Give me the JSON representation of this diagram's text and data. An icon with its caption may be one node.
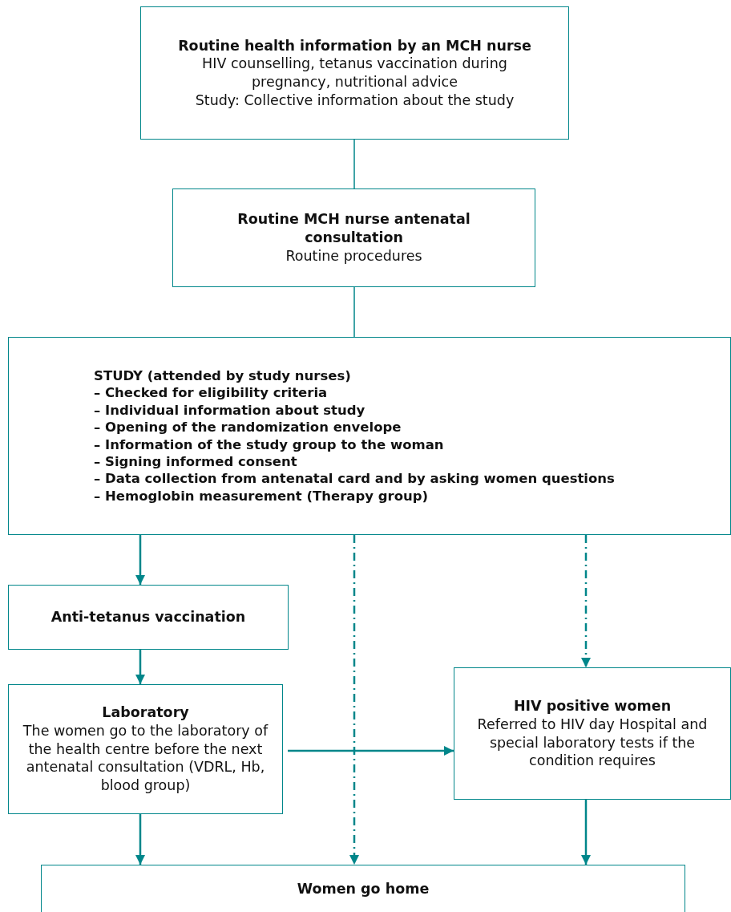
{
  "diagram": {
    "nodes": [
      {
        "text": [
          "Routine health information by an MCH nurse",
          "HIV counselling, tetanus vaccination during pregnancy, nutritional advice",
          "Study: Collective information about the study"
        ]
      },
      {
        "text": [
          "Routine MCH nurse antenatal consultation",
          "Routine procedures"
        ]
      },
      {
        "text": [
          "STUDY (attended by study nurses)",
          "– Checked for eligibility criteria",
          "– Individual information about study",
          "– Opening of the randomization envelope",
          "– Information of the study group to the woman",
          "– Signing informed consent",
          "– Data collection from antenatal card and by asking women questions",
          "– Hemoglobin measurement (Therapy group)"
        ]
      },
      {
        "text": [
          "Anti-tetanus vaccination"
        ]
      },
      {
        "text": [
          "Laboratory",
          "The women go to the laboratory of the health centre before the next antenatal consultation (VDRL, Hb, blood group)"
        ]
      },
      {
        "text": [
          "HIV positive women",
          "Referred to HIV day Hospital and special laboratory tests if the condition requires"
        ]
      },
      {
        "text": [
          "Women go home"
        ]
      }
    ],
    "edges": [
      {
        "from": 0,
        "to": 1,
        "arrow": "none"
      },
      {
        "from": 1,
        "to": 2,
        "arrow": "none"
      },
      {
        "from": 2,
        "to": 3,
        "arrow": "to"
      },
      {
        "from": 3,
        "to": 4,
        "arrow": "to"
      },
      {
        "from": 2,
        "to": 6,
        "arrow": "to",
        "style": "dashed"
      },
      {
        "from": 2,
        "to": 5,
        "arrow": "to",
        "style": "dashed"
      },
      {
        "from": 4,
        "to": 5,
        "arrow": "to"
      },
      {
        "from": 4,
        "to": 6,
        "arrow": "to"
      },
      {
        "from": 5,
        "to": 6,
        "arrow": "to"
      }
    ]
  }
}
